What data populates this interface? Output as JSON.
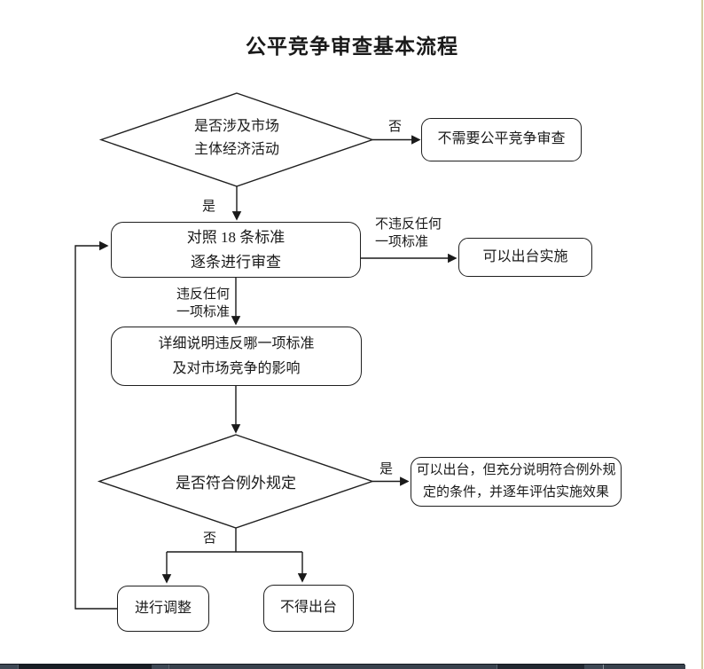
{
  "title": "公平竞争审查基本流程",
  "nodes": {
    "decision_market": {
      "line1": "是否涉及市场",
      "line2": "主体经济活动"
    },
    "no_review": {
      "label": "不需要公平竞争审查"
    },
    "review": {
      "line1": "对照 18 条标准",
      "line2": "逐条进行审查"
    },
    "implement": {
      "label": "可以出台实施"
    },
    "explain": {
      "line1": "详细说明违反哪一项标准",
      "line2": "及对市场竞争的影响"
    },
    "decision_exception": {
      "label": "是否符合例外规定"
    },
    "exception_ok": {
      "line1": "可以出台，但充分说明符合例外规",
      "line2": "定的条件，并逐年评估实施效果"
    },
    "adjust": {
      "label": "进行调整"
    },
    "forbid": {
      "label": "不得出台"
    }
  },
  "edge_labels": {
    "no1": "否",
    "yes1": "是",
    "not_violate": {
      "line1": "不违反任何",
      "line2": "一项标准"
    },
    "violate": {
      "line1": "违反任何",
      "line2": "一项标准"
    },
    "yes2": "是",
    "no2": "否"
  },
  "colors": {
    "line": "#1a1a1a",
    "right_edge": "#d5cda0",
    "bottom_band": "#3e4854"
  }
}
